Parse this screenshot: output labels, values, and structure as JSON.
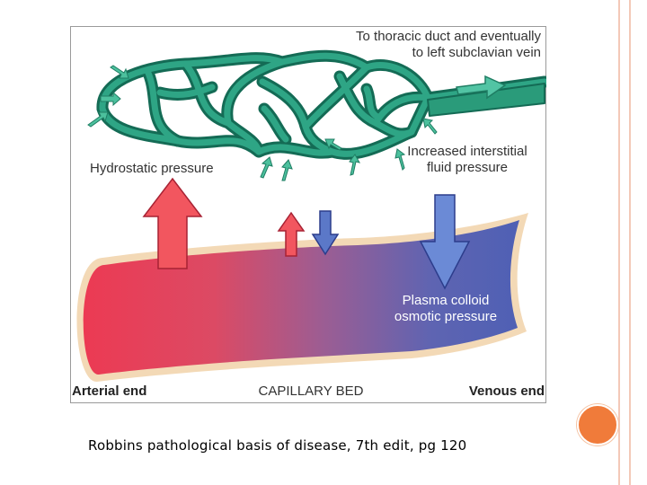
{
  "figure": {
    "top_label": {
      "line1": "To thoracic duct and eventually",
      "line2": "to left subclavian vein"
    },
    "hydrostatic_label": "Hydrostatic pressure",
    "interstitial_label": {
      "line1": "Increased interstitial",
      "line2": "fluid pressure"
    },
    "colloid_label": {
      "line1": "Plasma colloid",
      "line2": "osmotic pressure"
    },
    "arterial_end": "Arterial end",
    "capillary_bed": "CAPILLARY BED",
    "venous_end": "Venous end"
  },
  "caption": "Robbins pathological basis of disease, 7th edit, pg 120",
  "colors": {
    "lymph_green": "#2a9b7a",
    "arterial_red": "#e9384f",
    "venous_blue": "#4f5eb0",
    "accent_orange": "#f07b3a"
  }
}
